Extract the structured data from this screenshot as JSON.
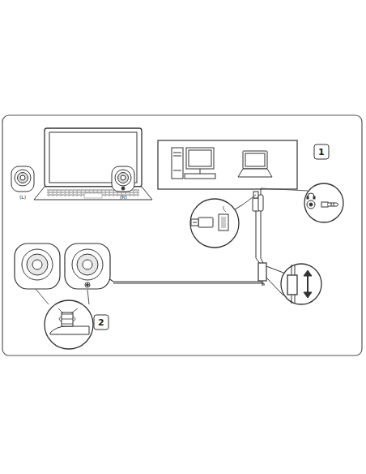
{
  "diagram": {
    "labels": [
      "(L)",
      "(R)",
      "1",
      "2"
    ]
  }
}
